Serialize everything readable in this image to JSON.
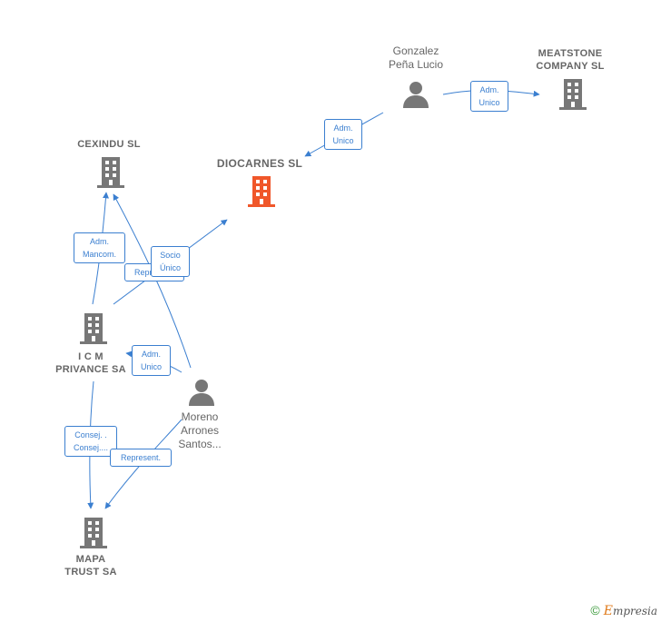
{
  "nodes": {
    "cexindu": {
      "label": "CEXINDU SL"
    },
    "diocarnes": {
      "label": "DIOCARNES SL"
    },
    "gonzalez": {
      "label_line1": "Gonzalez",
      "label_line2": "Peña Lucio"
    },
    "meatstone": {
      "label_line1": "MEATSTONE",
      "label_line2": "COMPANY SL"
    },
    "icm": {
      "label_line1": "I C M",
      "label_line2": "PRIVANCE SA"
    },
    "moreno": {
      "label_line1": "Moreno",
      "label_line2": "Arrones",
      "label_line3": "Santos..."
    },
    "mapa": {
      "label_line1": "MAPA",
      "label_line2": "TRUST SA"
    }
  },
  "edges": {
    "gonzalez_diocarnes": {
      "line1": "Adm.",
      "line2": "Unico"
    },
    "gonzalez_meatstone": {
      "line1": "Adm.",
      "line2": "Unico"
    },
    "icm_cexindu": {
      "line1": "Adm.",
      "line2": "Mancom."
    },
    "represent_cexindu": {
      "line1": "Represent."
    },
    "socio_unico": {
      "line1": "Socio",
      "line2": "Único"
    },
    "moreno_icm": {
      "line1": "Adm.",
      "line2": "Unico"
    },
    "icm_mapa": {
      "line1": "Consej. .",
      "line2": "Consej...."
    },
    "moreno_mapa": {
      "line1": "Represent."
    }
  },
  "colors": {
    "accent": "#3b7fd0",
    "company_icon": "#777777",
    "highlight_icon": "#f0572a",
    "text": "#666666"
  },
  "footer": {
    "copyright_symbol": "©",
    "brand_first_letter": "E",
    "brand_rest": "mpresia"
  }
}
